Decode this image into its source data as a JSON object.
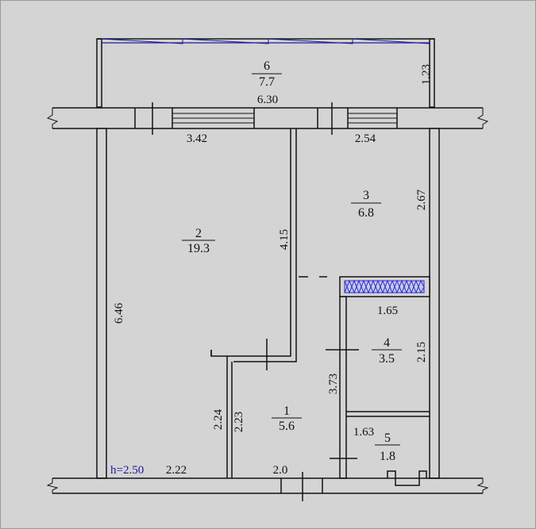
{
  "colors": {
    "background": "#d4d4d4",
    "line": "#111111",
    "accent": "#1a1aa0",
    "hatch": "#2a2ad0"
  },
  "ceiling_height": "h=2.50",
  "rooms": [
    {
      "number": "1",
      "area": "5.6"
    },
    {
      "number": "2",
      "area": "19.3"
    },
    {
      "number": "3",
      "area": "6.8"
    },
    {
      "number": "4",
      "area": "3.5"
    },
    {
      "number": "5",
      "area": "1.8"
    },
    {
      "number": "6",
      "area": "7.7"
    }
  ],
  "dimensions": {
    "balcony_width": "6.30",
    "balcony_depth": "1.23",
    "room2_width": "3.42",
    "room3_width": "2.54",
    "room3_depth": "2.67",
    "room2_partition": "4.15",
    "room2_depth": "6.46",
    "niche_width": "1.65",
    "room4_depth": "2.15",
    "corridor_length": "3.73",
    "bath_width": "1.63",
    "hall_left_outer": "2.24",
    "hall_left_inner": "2.23",
    "bottom_left": "2.22",
    "bottom_entry": "2.0"
  }
}
